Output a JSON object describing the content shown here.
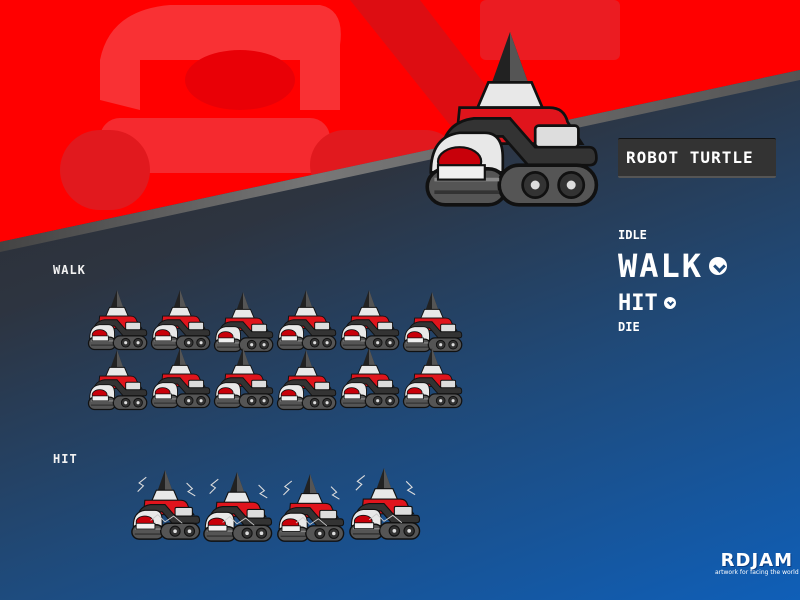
{
  "character": {
    "name": "ROBOT TURTLE"
  },
  "animations": [
    {
      "label": "IDLE",
      "checked": false
    },
    {
      "label": "WALK",
      "checked": true
    },
    {
      "label": "HIT",
      "checked": true
    },
    {
      "label": "DIE",
      "checked": false
    }
  ],
  "sections": {
    "walk": {
      "label": "WALK",
      "frames": 12
    },
    "hit": {
      "label": "HIT",
      "frames": 4
    }
  },
  "logo": {
    "brand": "RDJAM",
    "tagline": "artwork for facing the world"
  },
  "colors": {
    "red_bg": "#ff0000",
    "blue_bg": "#0f5fb8",
    "dark_bg": "#2b2b2b",
    "robot_red": "#e0141c"
  },
  "icons": {
    "check": "check-circle-icon"
  }
}
